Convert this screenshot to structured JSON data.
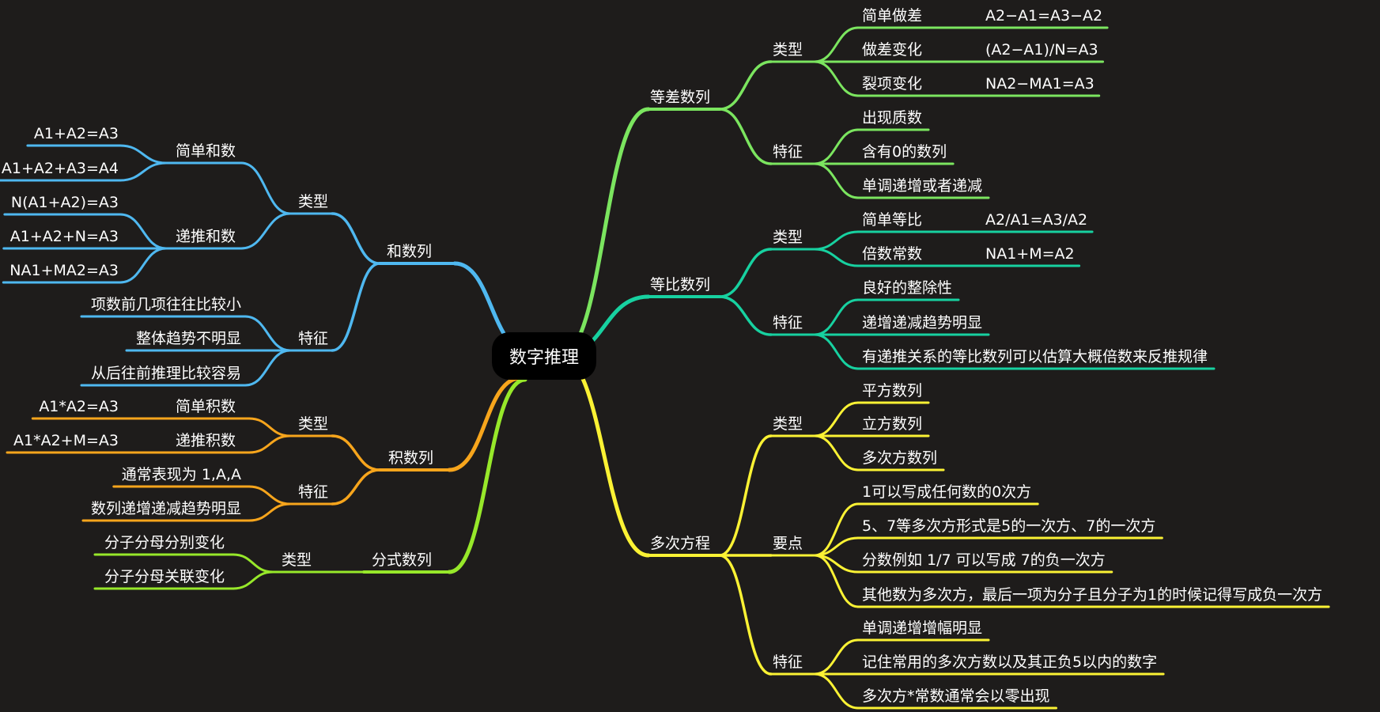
{
  "root": {
    "label": "数字推理"
  },
  "colors": {
    "background": "#1e1c1b",
    "dengcha": "#7be55f",
    "dengbi": "#17d1a0",
    "duoci": "#fbf234",
    "he": "#4fb8f0",
    "ji": "#f7a51c",
    "fenshi": "#97e82a"
  },
  "branches": {
    "dengcha": {
      "label": "等差数列",
      "types": {
        "label": "类型",
        "items": [
          {
            "label": "简单做差",
            "formula": "A2−A1=A3−A2"
          },
          {
            "label": "做差变化",
            "formula": "(A2−A1)/N=A3"
          },
          {
            "label": "裂项变化",
            "formula": "NA2−MA1=A3"
          }
        ]
      },
      "features": {
        "label": "特征",
        "items": [
          "出现质数",
          "含有0的数列",
          "单调递增或者递减"
        ]
      }
    },
    "dengbi": {
      "label": "等比数列",
      "types": {
        "label": "类型",
        "items": [
          {
            "label": "简单等比",
            "formula": "A2/A1=A3/A2"
          },
          {
            "label": "倍数常数",
            "formula": "NA1+M=A2"
          }
        ]
      },
      "features": {
        "label": "特征",
        "items": [
          "良好的整除性",
          "递增递减趋势明显",
          "有递推关系的等比数列可以估算大概倍数来反推规律"
        ]
      }
    },
    "duoci": {
      "label": "多次方程",
      "types": {
        "label": "类型",
        "items": [
          "平方数列",
          "立方数列",
          "多次方数列"
        ]
      },
      "points": {
        "label": "要点",
        "items": [
          "1可以写成任何数的0次方",
          "5、7等多次方形式是5的一次方、7的一次方",
          "分数例如 1/7 可以写成 7的负一次方",
          "其他数为多次方，最后一项为分子且分子为1的时候记得写成负一次方"
        ]
      },
      "features": {
        "label": "特征",
        "items": [
          "单调递增增幅明显",
          "记住常用的多次方数以及其正负5以内的数字",
          "多次方*常数通常会以零出现"
        ]
      }
    },
    "he": {
      "label": "和数列",
      "types": {
        "label": "类型",
        "simple": {
          "label": "简单和数",
          "items": [
            "A1+A2=A3",
            "A1+A2+A3=A4"
          ]
        },
        "recursive": {
          "label": "递推和数",
          "items": [
            "N(A1+A2)=A3",
            "A1+A2+N=A3",
            "NA1+MA2=A3"
          ]
        }
      },
      "features": {
        "label": "特征",
        "items": [
          "项数前几项往往比较小",
          "整体趋势不明显",
          "从后往前推理比较容易"
        ]
      }
    },
    "ji": {
      "label": "积数列",
      "types": {
        "label": "类型",
        "items": [
          {
            "label": "简单积数",
            "formula": "A1*A2=A3"
          },
          {
            "label": "递推积数",
            "formula": "A1*A2+M=A3"
          }
        ]
      },
      "features": {
        "label": "特征",
        "items": [
          "通常表现为 1,A,A",
          "数列递增递减趋势明显"
        ]
      }
    },
    "fenshi": {
      "label": "分式数列",
      "types": {
        "label": "类型",
        "items": [
          "分子分母分别变化",
          "分子分母关联变化"
        ]
      }
    }
  }
}
